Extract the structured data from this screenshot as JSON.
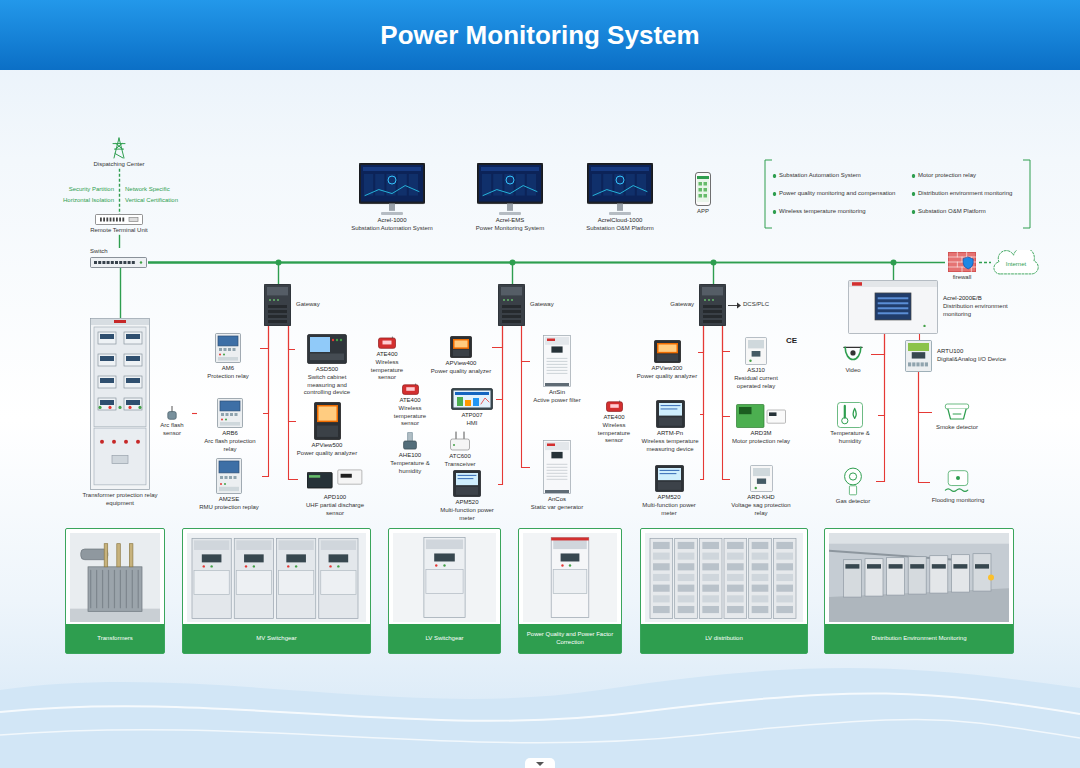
{
  "diagram": {
    "title": "Power Monitoring System",
    "nodes": [
      {
        "text": [
          "Dispatching Center"
        ]
      },
      {
        "text": [
          "Remote Terminal Unit"
        ]
      },
      {
        "text": [
          "Switch"
        ]
      },
      {
        "text": [
          "Transformer protection relay equipment"
        ]
      },
      {
        "text": [
          "Acrel-1000",
          "Substation Automation System"
        ]
      },
      {
        "text": [
          "Acrel-EMS",
          "Power Monitoring System"
        ]
      },
      {
        "text": [
          "AcrelCloud-1000",
          "Substation O&M Platform"
        ]
      },
      {
        "text": [
          "APP"
        ]
      },
      {
        "text": [
          "firewall"
        ]
      },
      {
        "text": [
          "Internet"
        ]
      },
      {
        "text": [
          "Gateway"
        ]
      },
      {
        "text": [
          "Gateway"
        ]
      },
      {
        "text": [
          "Gateway"
        ]
      },
      {
        "text": [
          "Acrel-2000E/B",
          "Distribution environment monitoring"
        ]
      },
      {
        "text": [
          "AM6",
          "Protection relay"
        ]
      },
      {
        "text": [
          "Arc flash sensor"
        ]
      },
      {
        "text": [
          "ARB6",
          "Arc flash protection relay"
        ]
      },
      {
        "text": [
          "AM2SE",
          "RMU protection replay"
        ]
      },
      {
        "text": [
          "ATE400",
          "Wireless temperature sensor"
        ]
      },
      {
        "text": [
          "ASD500",
          "Switch cabinet measuring and controlling device"
        ]
      },
      {
        "text": [
          "APView500",
          "Power quality analyzer"
        ]
      },
      {
        "text": [
          "APD100",
          "UHF partial discharge sensor"
        ]
      },
      {
        "text": [
          "APView400",
          "Power quality analyzer"
        ]
      },
      {
        "text": [
          "ATE400",
          "Wireless temperature sensor"
        ]
      },
      {
        "text": [
          "ATP007",
          "HMI"
        ]
      },
      {
        "text": [
          "AHE100",
          "Temperature & humidity"
        ]
      },
      {
        "text": [
          "ATC600",
          "Transceiver"
        ]
      },
      {
        "text": [
          "APM520",
          "Multi-function power meter"
        ]
      },
      {
        "text": [
          "AnSin",
          "Active power filter"
        ]
      },
      {
        "text": [
          "AnCos",
          "Static var generator"
        ]
      },
      {
        "text": [
          "APView300",
          "Power quality analyzer"
        ]
      },
      {
        "text": [
          "ASJ10",
          "Residual current operated relay"
        ]
      },
      {
        "text": [
          "ATE400",
          "Wireless temperature sensor"
        ]
      },
      {
        "text": [
          "ARTM-Pn",
          "Wireless temperature measuring device"
        ]
      },
      {
        "text": [
          "ARD3M",
          "Motor protection relay"
        ]
      },
      {
        "text": [
          "APM520",
          "Multi-function power meter"
        ]
      },
      {
        "text": [
          "ARD-KHD",
          "Voltage sag protection relay"
        ]
      },
      {
        "text": [
          "Video"
        ]
      },
      {
        "text": [
          "ARTU100",
          "Digital&Analog I/O Device"
        ]
      },
      {
        "text": [
          "Temperature & humidity"
        ]
      },
      {
        "text": [
          "Smoke detector"
        ]
      },
      {
        "text": [
          "Gas detector"
        ]
      },
      {
        "text": [
          "Flooding monitoring"
        ]
      },
      {
        "text": [
          "Transformers"
        ]
      },
      {
        "text": [
          "MV Switchgear"
        ]
      },
      {
        "text": [
          "LV Switchgear"
        ]
      },
      {
        "text": [
          "Power Quality and Power Factor Correction"
        ]
      },
      {
        "text": [
          "LV distribution"
        ]
      },
      {
        "text": [
          "Distribution Environment Monitoring"
        ]
      }
    ],
    "edges": [
      {
        "from": 0,
        "to": 1,
        "arrow": "none"
      },
      {
        "from": 1,
        "to": 2,
        "arrow": "none"
      },
      {
        "from": 2,
        "to": 3,
        "arrow": "none"
      },
      {
        "from": 2,
        "to": 10,
        "arrow": "none"
      },
      {
        "from": 2,
        "to": 11,
        "arrow": "none"
      },
      {
        "from": 2,
        "to": 12,
        "arrow": "none"
      },
      {
        "from": 2,
        "to": 13,
        "arrow": "none"
      },
      {
        "from": 2,
        "to": 8,
        "arrow": "none"
      },
      {
        "from": 8,
        "to": 9,
        "arrow": "none"
      },
      {
        "from": 10,
        "to": 14,
        "arrow": "none"
      },
      {
        "from": 10,
        "to": 16,
        "arrow": "none"
      },
      {
        "from": 10,
        "to": 17,
        "arrow": "none"
      },
      {
        "from": 10,
        "to": 19,
        "arrow": "none"
      },
      {
        "from": 10,
        "to": 20,
        "arrow": "none"
      },
      {
        "from": 10,
        "to": 21,
        "arrow": "none"
      },
      {
        "from": 15,
        "to": 16,
        "arrow": "none"
      },
      {
        "from": 11,
        "to": 22,
        "arrow": "none"
      },
      {
        "from": 11,
        "to": 24,
        "arrow": "none"
      },
      {
        "from": 11,
        "to": 27,
        "arrow": "none"
      },
      {
        "from": 11,
        "to": 28,
        "arrow": "none"
      },
      {
        "from": 11,
        "to": 29,
        "arrow": "none"
      },
      {
        "from": 12,
        "to": 30,
        "arrow": "none"
      },
      {
        "from": 12,
        "to": 33,
        "arrow": "none"
      },
      {
        "from": 12,
        "to": 35,
        "arrow": "none"
      },
      {
        "from": 12,
        "to": 31,
        "arrow": "none"
      },
      {
        "from": 12,
        "to": 34,
        "arrow": "none"
      },
      {
        "from": 12,
        "to": 36,
        "arrow": "none"
      },
      {
        "from": 13,
        "to": 37,
        "arrow": "none"
      },
      {
        "from": 13,
        "to": 39,
        "arrow": "none"
      },
      {
        "from": 13,
        "to": 41,
        "arrow": "none"
      },
      {
        "from": 13,
        "to": 38,
        "arrow": "none"
      },
      {
        "from": 38,
        "to": 40,
        "arrow": "none"
      },
      {
        "from": 38,
        "to": 42,
        "arrow": "none"
      }
    ],
    "labels": [
      "Security Partition",
      "Network Specific",
      "Horizontal Isolation",
      "Vertical Certification",
      "Substation Automation System",
      "Motor protection relay",
      "Power quality monitoring and compensation",
      "Distribution environment monitoring",
      "Wireless temperature monitoring",
      "Substation O&M Platform",
      "DCS/PLC",
      "CE"
    ]
  }
}
